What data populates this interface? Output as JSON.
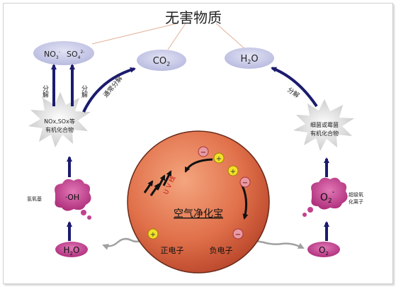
{
  "title": "无害物质",
  "top_nodes": {
    "no3_so4": {
      "no3": "NO",
      "no3_sub": "3",
      "no3_sup": "-",
      "so4": "SO",
      "so4_sub": "4",
      "so4_sup": "2-"
    },
    "co2": {
      "base": "CO",
      "sub": "2"
    },
    "h2o": {
      "base": "H",
      "sub": "2",
      "tail": "O"
    }
  },
  "labels": {
    "decompose_1": "分解",
    "decompose_2": "分解",
    "decompose_3": "分解",
    "usually_decompose": "通常分解"
  },
  "left_star": {
    "line1": "NOx,SOx等",
    "line2": "有机化合物"
  },
  "right_star": {
    "line1": "细菌或霉菌",
    "line2": "有机化合物"
  },
  "oh_cloud": {
    "text": "·OH",
    "side_label": "氢氧基"
  },
  "o2_cloud": {
    "text": "O",
    "sub": "2",
    "sup": "-",
    "side_label_1": "超级氧",
    "side_label_2": "化离子"
  },
  "bottom_left": {
    "base": "H",
    "sub": "2",
    "tail": "O"
  },
  "bottom_right": {
    "base": "O",
    "sub": "2"
  },
  "sphere": {
    "uv": "U V 线",
    "name": "空气净化宝",
    "positive": "正电子",
    "negative": "负电子",
    "plus": "+",
    "minus": "−"
  },
  "colors": {
    "arrow": "#1b1b6e",
    "ellipse_fill": "#c9cbe8",
    "pill_fill": "#c4408f",
    "cloud_fill": "#c4408f",
    "sphere_fill": "#e0704a",
    "star_fill": "#d9d9d9"
  }
}
